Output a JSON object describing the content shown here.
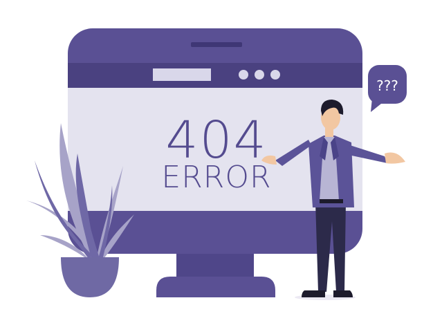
{
  "screen": {
    "code": "404",
    "message": "ERROR"
  },
  "speech_bubble": {
    "text": "???"
  },
  "browser_bar": {
    "window_dots": 3
  },
  "colors": {
    "monitor_frame": "#5a5094",
    "monitor_bezel_dark": "#4a4180",
    "screen_bg": "#e4e3ef",
    "screen_text": "#544b8f",
    "bar_highlight": "#d9d7ea",
    "plant_light": "#a7a3c8",
    "plant_dark": "#6f68a6",
    "pot": "#6f69a4",
    "skin": "#f2c7a2",
    "hair": "#1d1b2c",
    "shirt": "#b8b5d4",
    "jacket": "#5b5398",
    "pants": "#2c2a4a"
  },
  "icons": {
    "monitor": "monitor-icon",
    "speech_bubble": "speech-bubble-icon",
    "plant": "plant-icon",
    "person": "person-icon"
  }
}
